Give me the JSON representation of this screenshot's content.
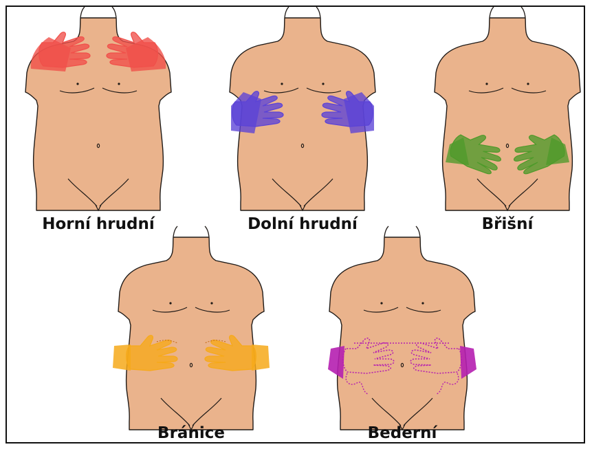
{
  "figure": {
    "colors": {
      "skin": "#eab38c",
      "outline": "#1f1a17",
      "horni_hrudni": "#f0504a",
      "dolni_hrudni": "#5b43d6",
      "brisni": "#4e9a2a",
      "branice": "#f6a91a",
      "bederni": "#b51fb0"
    },
    "panels": [
      {
        "label": "Horní hrudní",
        "hand_position": "upper-chest",
        "color_key": "horni_hrudni"
      },
      {
        "label": "Dolní hrudní",
        "hand_position": "lower-ribs",
        "color_key": "dolni_hrudni"
      },
      {
        "label": "Břišní",
        "hand_position": "abdomen",
        "color_key": "brisni"
      },
      {
        "label": "Bránice",
        "hand_position": "diaphragm-sides",
        "color_key": "branice"
      },
      {
        "label": "Bederní",
        "hand_position": "lower-back",
        "color_key": "bederni"
      }
    ]
  }
}
